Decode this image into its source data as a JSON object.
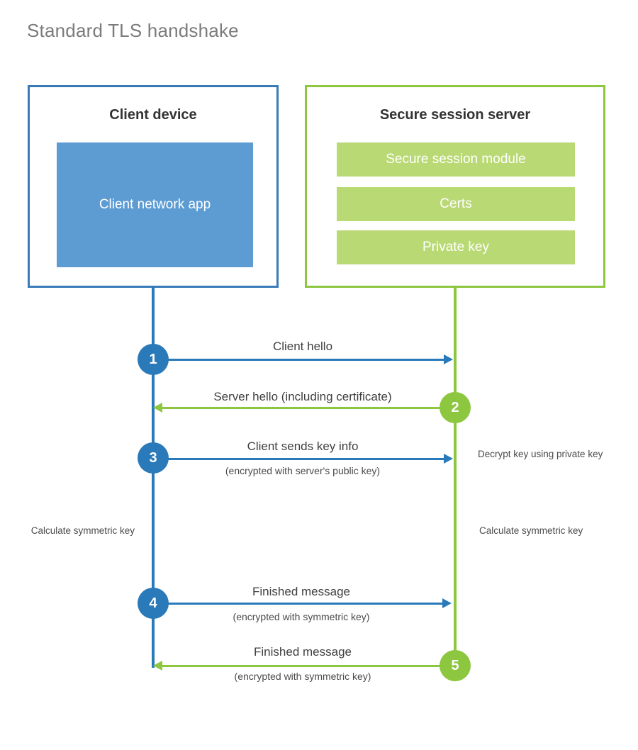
{
  "page": {
    "title": "Standard TLS handshake"
  },
  "colors": {
    "client_border": "#3a7ab8",
    "client_fill": "#5d9cd3",
    "client_accent": "#2a7ab9",
    "server_border": "#8dc63f",
    "server_fill": "#b9d974",
    "server_accent": "#8dc63f",
    "title_text": "#7b7b7b",
    "body_text": "#3f3f3f",
    "background": "#ffffff"
  },
  "client": {
    "title": "Client device",
    "app_label": "Client network app"
  },
  "server": {
    "title": "Secure session server",
    "components": [
      {
        "label": "Secure session module"
      },
      {
        "label": "Certs"
      },
      {
        "label": "Private key"
      }
    ]
  },
  "steps": [
    {
      "number": "1",
      "label": "Client hello",
      "sub": "",
      "direction": "client-to-server",
      "color": "blue"
    },
    {
      "number": "2",
      "label": "Server hello (including certificate)",
      "sub": "",
      "direction": "server-to-client",
      "color": "green"
    },
    {
      "number": "3",
      "label": "Client sends key info",
      "sub": "(encrypted with server's public key)",
      "direction": "client-to-server",
      "color": "blue"
    },
    {
      "number": "4",
      "label": "Finished message",
      "sub": "(encrypted with symmetric key)",
      "direction": "client-to-server",
      "color": "blue"
    },
    {
      "number": "5",
      "label": "Finished message",
      "sub": "(encrypted with symmetric key)",
      "direction": "server-to-client",
      "color": "green"
    }
  ],
  "notes": {
    "decrypt": "Decrypt key using private key",
    "calculate_client": "Calculate symmetric key",
    "calculate_server": "Calculate symmetric key"
  }
}
